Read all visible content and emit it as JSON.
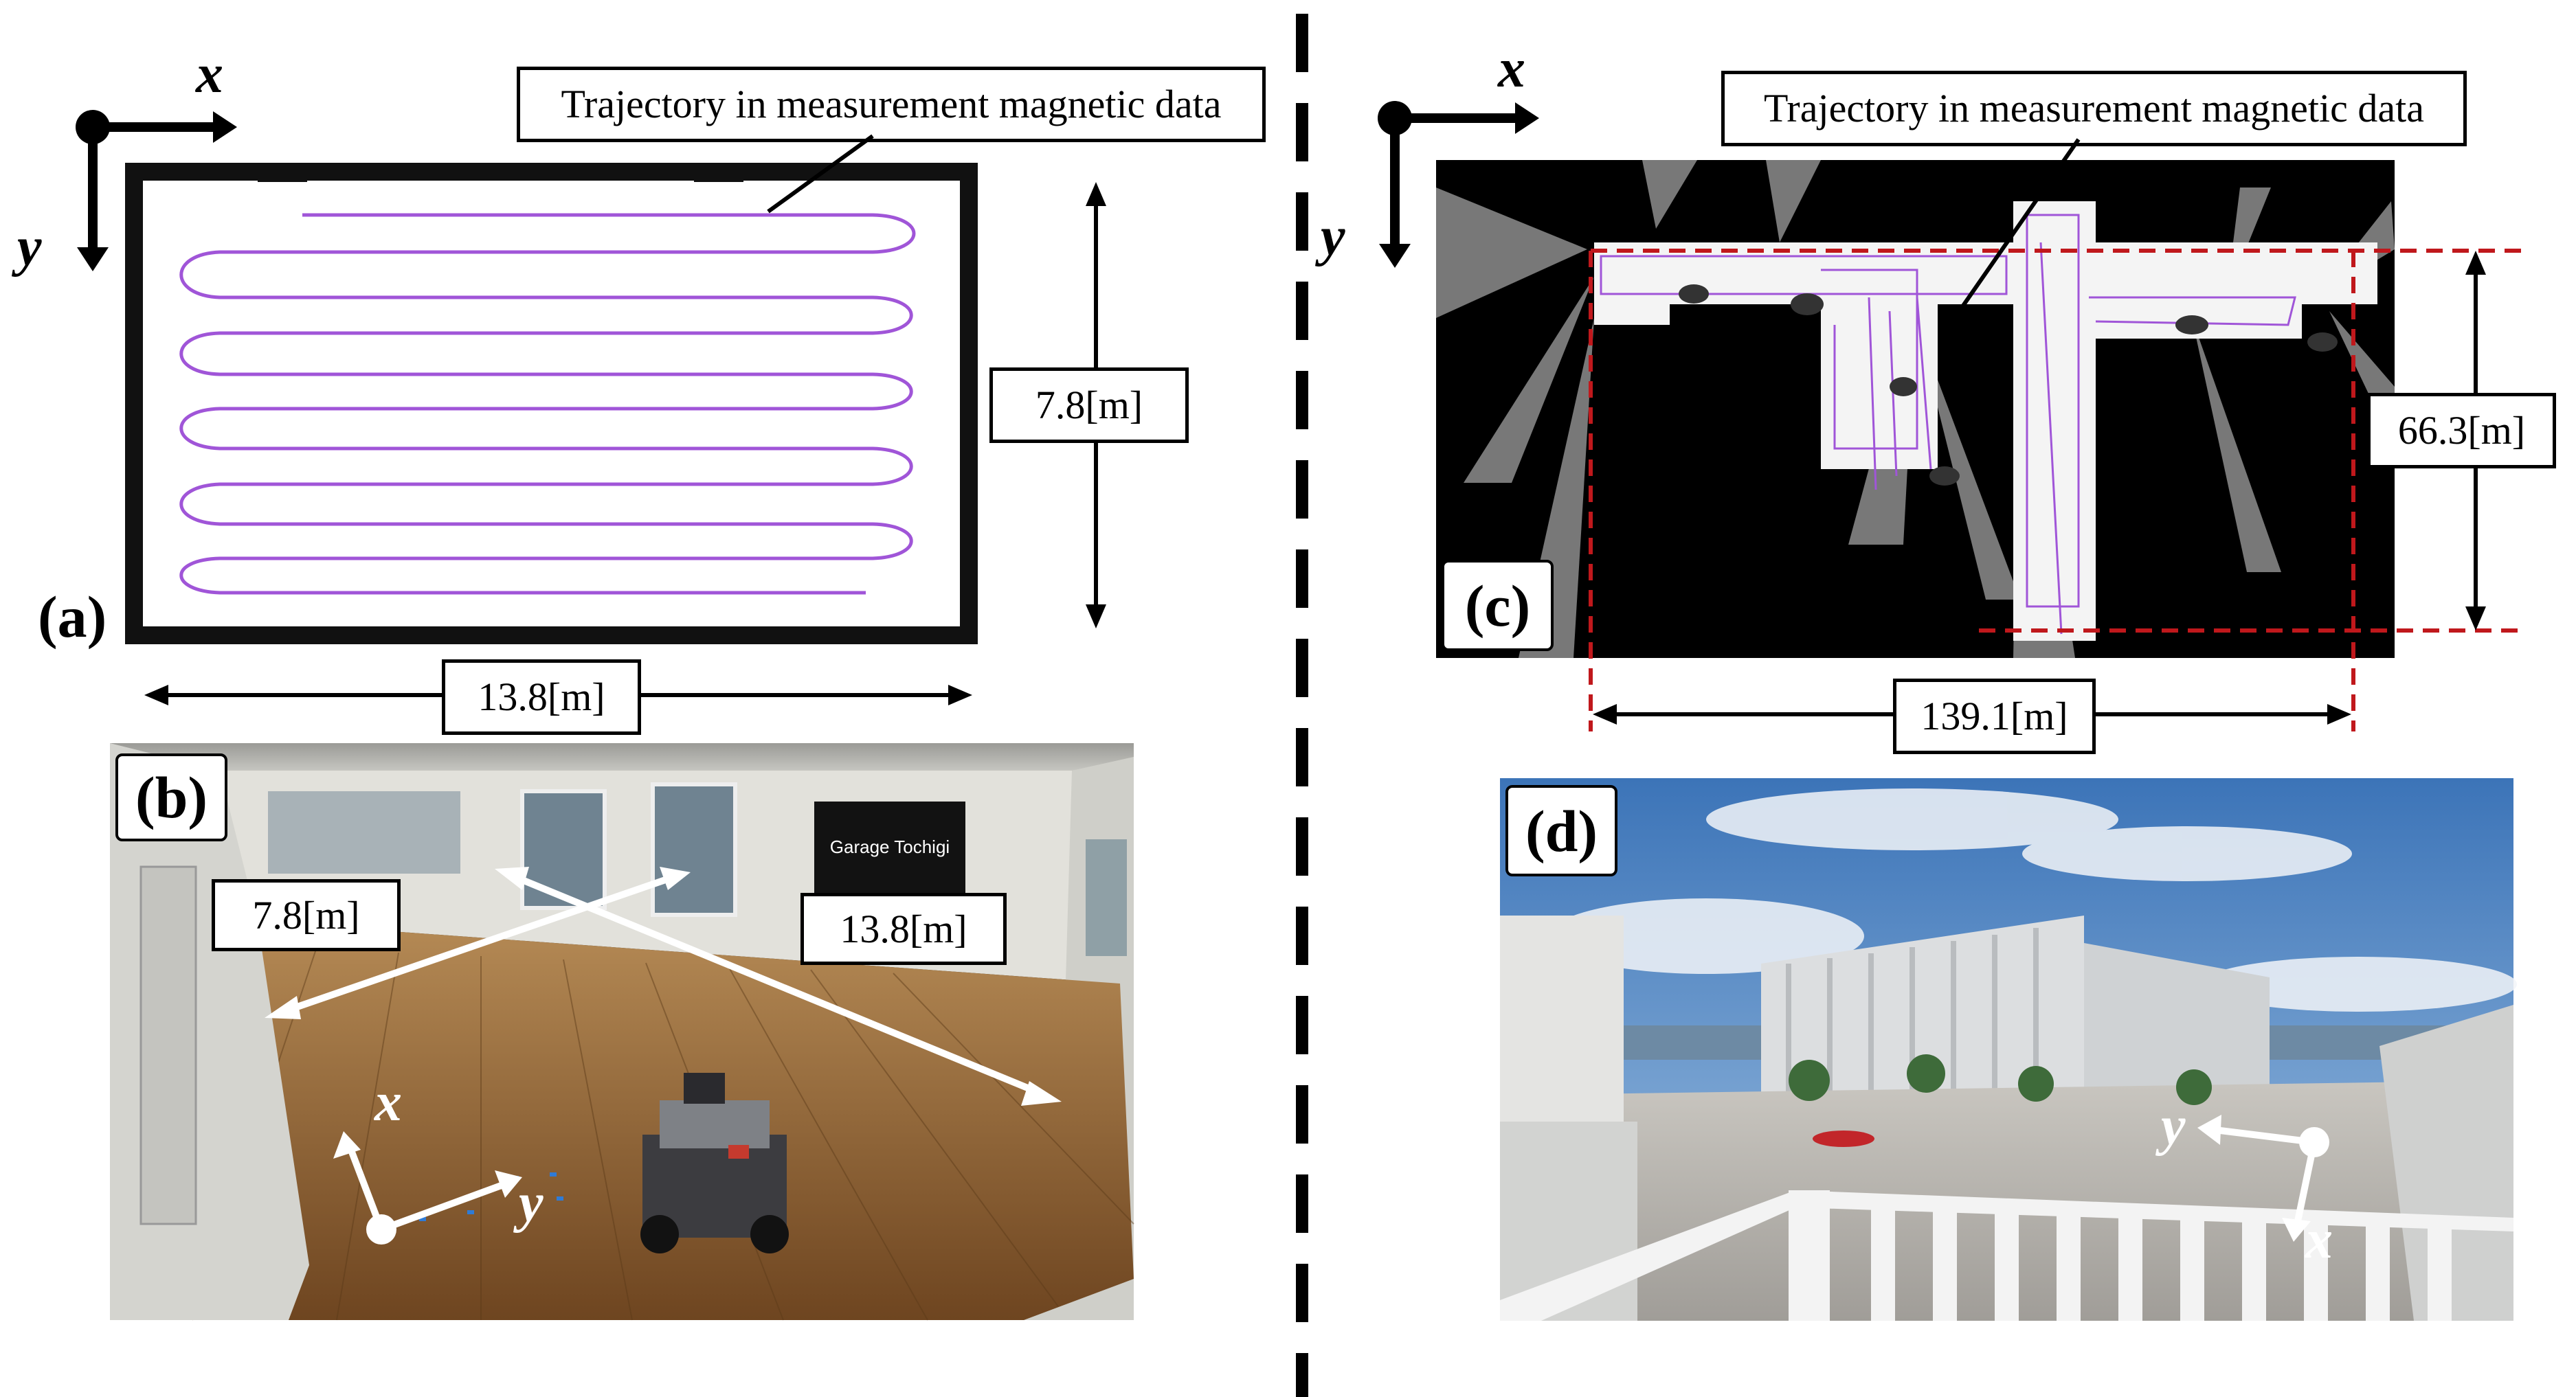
{
  "panels": {
    "a": {
      "tag": "(a)",
      "callout": "Trajectory in measurement magnetic data",
      "height_dim": "7.8[m]",
      "width_dim": "13.8[m]",
      "axis_x": "x",
      "axis_y": "y",
      "colors": {
        "trajectory": "#a055d8",
        "wall": "#111111"
      }
    },
    "b": {
      "tag": "(b)",
      "short_dim": "7.8[m]",
      "long_dim": "13.8[m]",
      "axis_x": "x",
      "axis_y": "y",
      "sign_text": "Garage Tochigi",
      "colors": {
        "floor": "#8a5a2b",
        "wall": "#d8d8d2"
      }
    },
    "c": {
      "tag": "(c)",
      "callout": "Trajectory in measurement magnetic data",
      "height_dim": "66.3[m]",
      "width_dim": "139.1[m]",
      "axis_x": "x",
      "axis_y": "y",
      "colors": {
        "map_bg": "#000000",
        "trajectory": "#a055d8",
        "bounds": "#c0181c"
      }
    },
    "d": {
      "tag": "(d)",
      "axis_x": "x",
      "axis_y": "y",
      "colors": {
        "sky": "#4f86c6",
        "building": "#d9dcde"
      }
    }
  },
  "divider": {
    "color": "#000000",
    "style": "dashed"
  }
}
